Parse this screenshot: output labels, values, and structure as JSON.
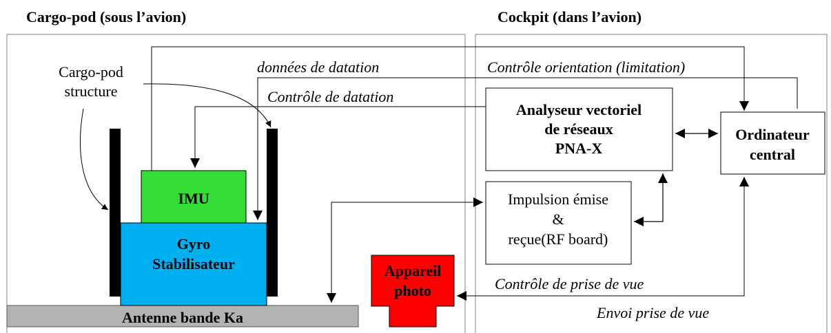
{
  "sections": {
    "left_title": "Cargo-pod (sous l’avion)",
    "right_title": "Cockpit (dans l’avion)"
  },
  "labels": {
    "structure_line1": "Cargo-pod",
    "structure_line2": "structure",
    "donnees_datation": "données de datation",
    "controle_datation": "Contrôle de datation",
    "controle_orientation": "Contrôle orientation  (limitation)",
    "controle_prise_vue": "Contrôle de prise de vue",
    "envoi_prise_vue": "Envoi prise de vue"
  },
  "blocks": {
    "imu": "IMU",
    "gyro_line1": "Gyro",
    "gyro_line2": "Stabilisateur",
    "antenne": "Antenne bande Ka",
    "appareil_line1": "Appareil",
    "appareil_line2": "photo",
    "pna_line1": "Analyseur vectoriel",
    "pna_line2": "de réseaux",
    "pna_line3": "PNA-X",
    "ordinateur_line1": "Ordinateur",
    "ordinateur_line2": "central",
    "rf_line1": "Impulsion émise",
    "rf_line2": "&",
    "rf_line3": "reçue(RF board)"
  },
  "colors": {
    "imu": "#33dd33",
    "gyro": "#00b0f0",
    "antenne": "#b3b3b3",
    "appareil": "#ff0000",
    "frame": "#808080",
    "bars": "#000000"
  }
}
